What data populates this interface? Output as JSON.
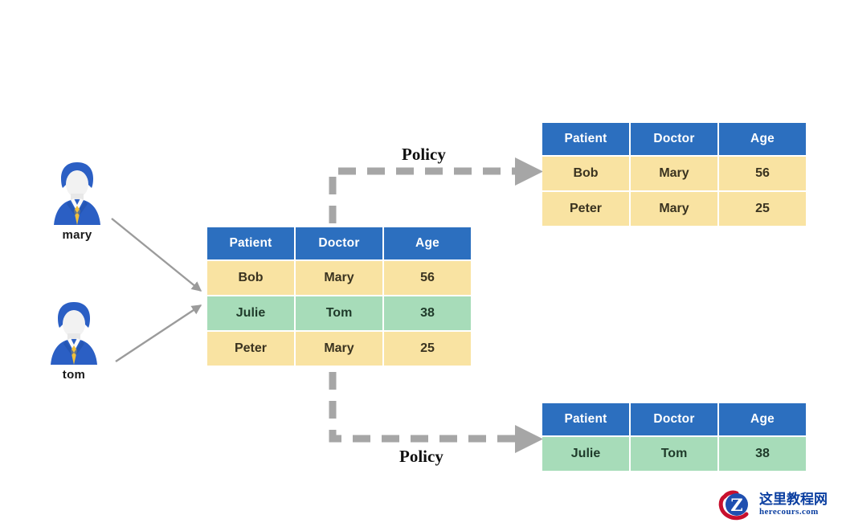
{
  "diagram": {
    "title_alt": "Row level security policy diagram",
    "colors": {
      "header_blue": "#2C6FBF",
      "row_yellow": "#F9E3A2",
      "row_green": "#A7DCB9",
      "arrow_gray": "#A6A6A6",
      "solid_arrow_gray": "#9B9B9B",
      "watermark_blue": "#0A3EA0",
      "watermark_red": "#C8102E"
    }
  },
  "people": [
    {
      "name": "mary",
      "icon": "user-avatar-icon"
    },
    {
      "name": "tom",
      "icon": "user-avatar-icon"
    }
  ],
  "tables": {
    "source": {
      "name": "source-table",
      "columns": [
        "Patient",
        "Doctor",
        "Age"
      ],
      "rows": [
        {
          "cells": [
            "Bob",
            "Mary",
            "56"
          ],
          "style": "yellow"
        },
        {
          "cells": [
            "Julie",
            "Tom",
            "38"
          ],
          "style": "green"
        },
        {
          "cells": [
            "Peter",
            "Mary",
            "25"
          ],
          "style": "yellow"
        }
      ]
    },
    "mary_view": {
      "name": "mary-result-table",
      "columns": [
        "Patient",
        "Doctor",
        "Age"
      ],
      "rows": [
        {
          "cells": [
            "Bob",
            "Mary",
            "56"
          ],
          "style": "yellow"
        },
        {
          "cells": [
            "Peter",
            "Mary",
            "25"
          ],
          "style": "yellow"
        }
      ]
    },
    "tom_view": {
      "name": "tom-result-table",
      "columns": [
        "Patient",
        "Doctor",
        "Age"
      ],
      "rows": [
        {
          "cells": [
            "Julie",
            "Tom",
            "38"
          ],
          "style": "green"
        }
      ]
    }
  },
  "policy_labels": {
    "top": "Policy",
    "bottom": "Policy"
  },
  "watermark": {
    "chinese": "这里教程网",
    "domain": "herecours.com",
    "logo_letter": "Z"
  }
}
